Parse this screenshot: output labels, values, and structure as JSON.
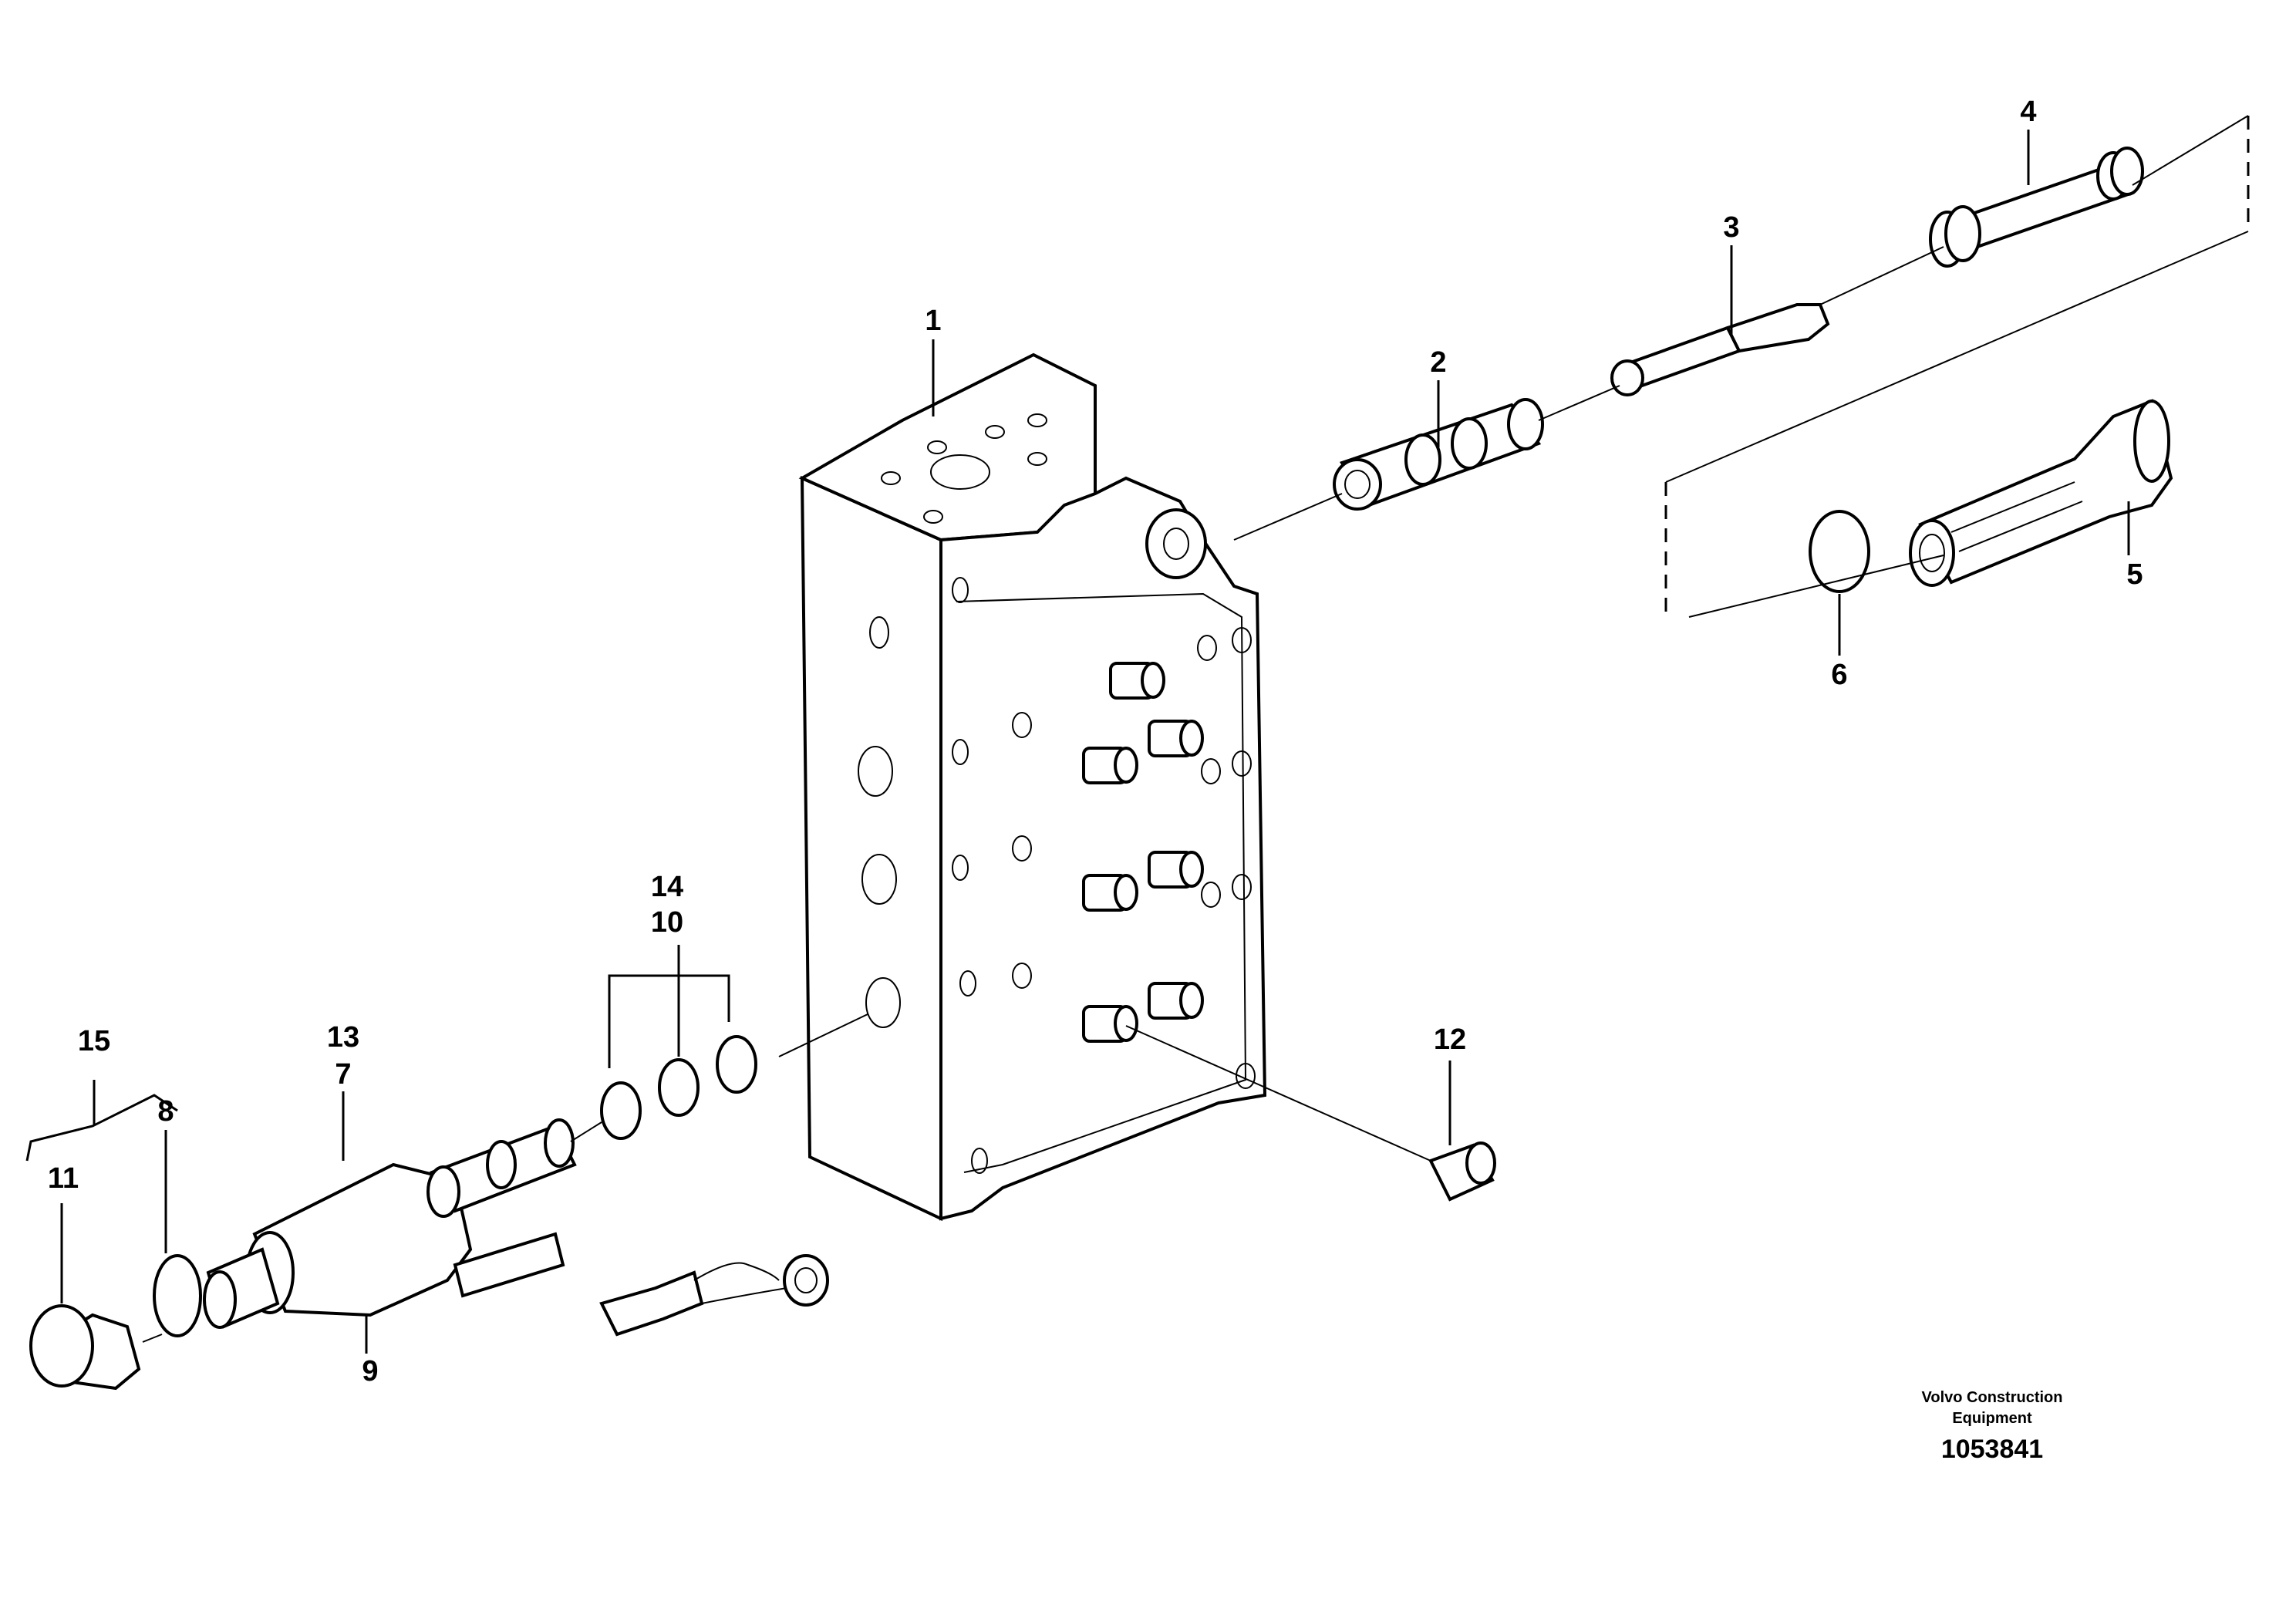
{
  "callouts": [
    "1",
    "2",
    "3",
    "4",
    "5",
    "6",
    "13",
    "7",
    "15",
    "8",
    "11",
    "9",
    "14",
    "10",
    "12"
  ],
  "footer": {
    "brand_line1": "Volvo Construction",
    "brand_line2": "Equipment",
    "document_number": "1053841"
  }
}
